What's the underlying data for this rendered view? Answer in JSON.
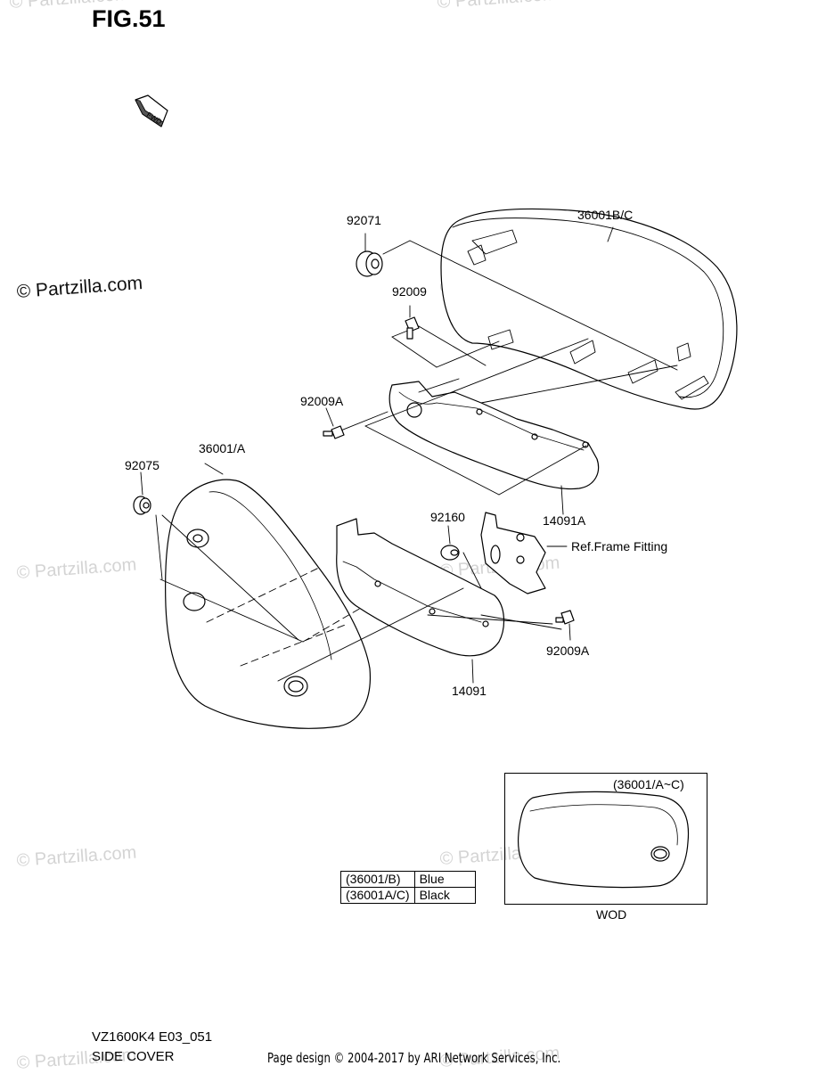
{
  "figure": {
    "title": "FIG.51",
    "fwd_label": "FWD"
  },
  "watermarks": {
    "main": "© Partzilla.com",
    "faint": "© Partzilla.com"
  },
  "callouts": {
    "p92071": "92071",
    "p36001BC": "36001B/C",
    "p92009": "92009",
    "p92009A_top": "92009A",
    "p36001A": "36001/A",
    "p92075": "92075",
    "p14091A": "14091A",
    "p92160": "92160",
    "ref_frame": "Ref.Frame Fitting",
    "p92009A_bottom": "92009A",
    "p14091": "14091"
  },
  "color_table": {
    "rows": [
      {
        "part": "(36001/B)",
        "color": "Blue"
      },
      {
        "part": "(36001A/C)",
        "color": "Black"
      }
    ]
  },
  "wod": {
    "box_label": "(36001/A~C)",
    "caption": "WOD"
  },
  "footer": {
    "model_code": "VZ1600K4 E03_051",
    "section": "SIDE COVER",
    "credit": "Page design © 2004-2017 by ARI Network Services, Inc."
  },
  "colors": {
    "line": "#000000",
    "watermark": "#d4d4d4",
    "background": "#ffffff"
  }
}
